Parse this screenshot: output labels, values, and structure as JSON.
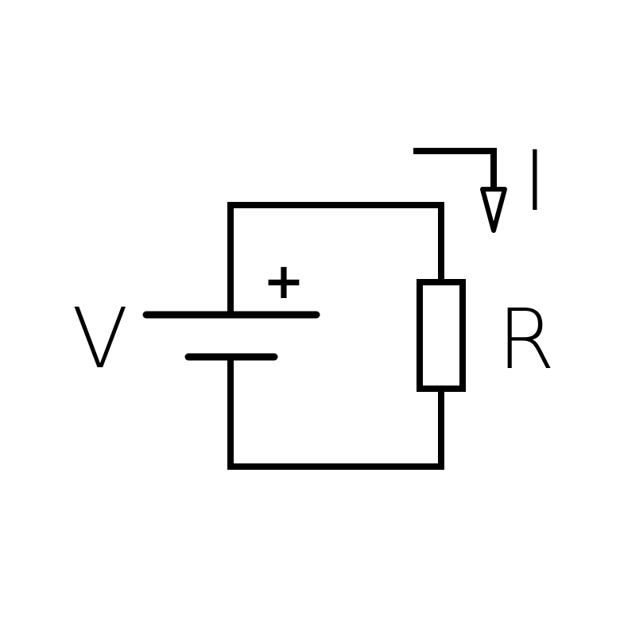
{
  "labels": {
    "voltage": "V",
    "resistance": "R",
    "current": "I",
    "polarity": "+"
  },
  "colors": {
    "stroke": "#000000",
    "background": "#ffffff"
  }
}
